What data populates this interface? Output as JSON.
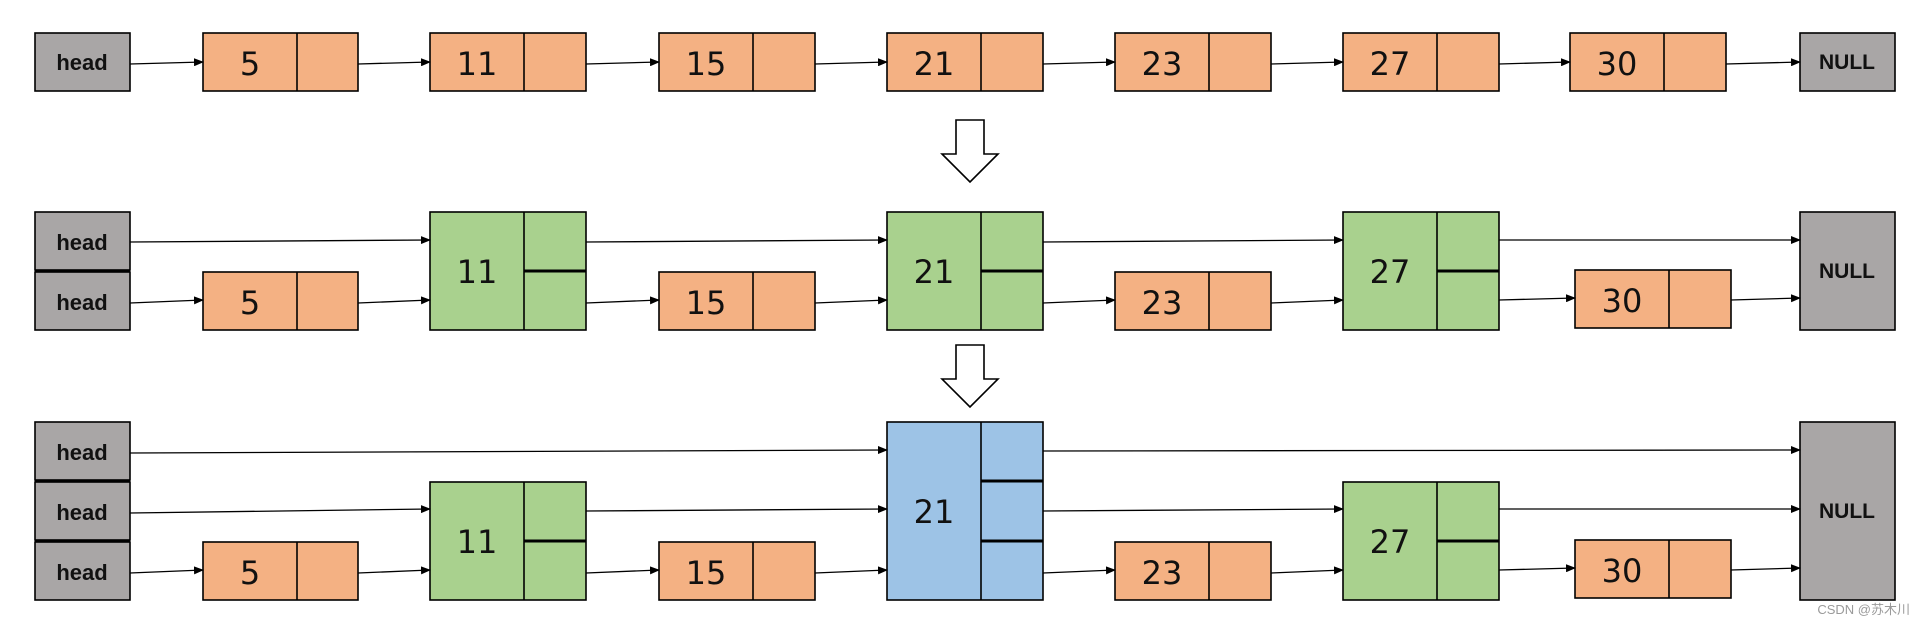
{
  "colors": {
    "head_fill": "#a9a6a6",
    "null_fill": "#a9a6a6",
    "level0_fill": "#f4b183",
    "level1_fill": "#a9d18e",
    "level2_fill": "#9dc3e6",
    "stroke": "#000000"
  },
  "labels": {
    "head": "head",
    "null": "NULL"
  },
  "rows": [
    {
      "heads": [
        "head"
      ],
      "nodes": [
        {
          "value": "5",
          "levels": 1
        },
        {
          "value": "11",
          "levels": 1
        },
        {
          "value": "15",
          "levels": 1
        },
        {
          "value": "21",
          "levels": 1
        },
        {
          "value": "23",
          "levels": 1
        },
        {
          "value": "27",
          "levels": 1
        },
        {
          "value": "30",
          "levels": 1
        }
      ],
      "null": "NULL"
    },
    {
      "heads": [
        "head",
        "head"
      ],
      "nodes": [
        {
          "value": "5",
          "levels": 1
        },
        {
          "value": "11",
          "levels": 2
        },
        {
          "value": "15",
          "levels": 1
        },
        {
          "value": "21",
          "levels": 2
        },
        {
          "value": "23",
          "levels": 1
        },
        {
          "value": "27",
          "levels": 2
        },
        {
          "value": "30",
          "levels": 1
        }
      ],
      "null": "NULL"
    },
    {
      "heads": [
        "head",
        "head",
        "head"
      ],
      "nodes": [
        {
          "value": "5",
          "levels": 1
        },
        {
          "value": "11",
          "levels": 2
        },
        {
          "value": "15",
          "levels": 1
        },
        {
          "value": "21",
          "levels": 3
        },
        {
          "value": "23",
          "levels": 1
        },
        {
          "value": "27",
          "levels": 2
        },
        {
          "value": "30",
          "levels": 1
        }
      ],
      "null": "NULL"
    }
  ],
  "transition_arrows": [
    {
      "icon": "down-arrow-icon"
    },
    {
      "icon": "down-arrow-icon"
    }
  ],
  "watermark": "CSDN @苏木川"
}
